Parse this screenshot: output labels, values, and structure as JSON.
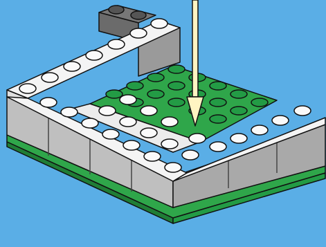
{
  "scene": {
    "background_color": "#5aaee6",
    "colors": {
      "baseplate_green": "#2fa64a",
      "baseplate_green_dark": "#1f7d36",
      "brick_light_gray": "#c8c8c8",
      "brick_mid_gray": "#a9a9a9",
      "brick_white": "#f4f4f4",
      "brick_dark_gray": "#6b6b6b",
      "arrow_fill": "#fff4c2",
      "outline": "#111111"
    },
    "arrow_direction": "down",
    "elements": [
      "baseplate",
      "gray-wall",
      "white-top-layer",
      "green-tiles",
      "dark-gray-corner",
      "pointer-arrow"
    ]
  }
}
